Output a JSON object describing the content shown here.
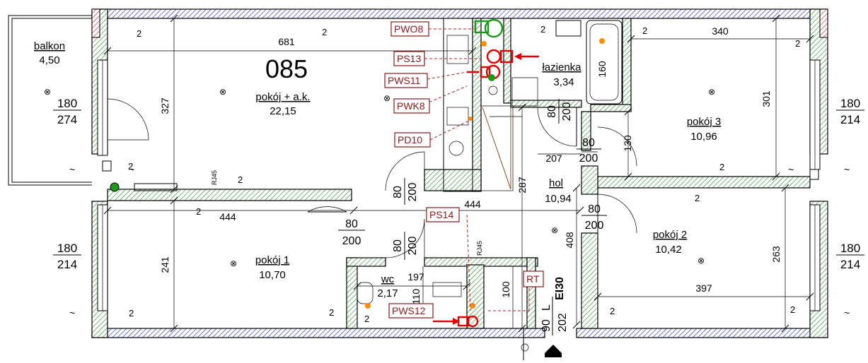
{
  "unit_number": "085",
  "rooms": [
    {
      "id": "balkon",
      "name": "balkon",
      "area": "4,50"
    },
    {
      "id": "pokoj-ak",
      "name": "pokój + a.k.",
      "area": "22,15"
    },
    {
      "id": "lazienka",
      "name": "łazienka",
      "area": "3,34"
    },
    {
      "id": "pokoj3",
      "name": "pokój 3",
      "area": "10,96"
    },
    {
      "id": "hol",
      "name": "hol",
      "area": "10,94"
    },
    {
      "id": "pokoj2",
      "name": "pokój 2",
      "area": "10,42"
    },
    {
      "id": "pokoj1",
      "name": "pokój 1",
      "area": "10,70"
    },
    {
      "id": "wc",
      "name": "wc",
      "area": "2,17"
    }
  ],
  "dimensions": {
    "d681": "681",
    "d327": "327",
    "d340": "340",
    "d160": "160",
    "d301": "301",
    "d130": "130",
    "d207": "207",
    "d287": "287",
    "d444a": "444",
    "d444b": "444",
    "d408": "408",
    "d241": "241",
    "d197": "197",
    "d110": "110",
    "d100": "100",
    "d397": "397",
    "d263": "263"
  },
  "windows": [
    {
      "id": "win-balkon",
      "top": "180",
      "bottom": "274"
    },
    {
      "id": "win-pokoj3",
      "top": "180",
      "bottom": "214"
    },
    {
      "id": "win-pokoj1",
      "top": "180",
      "bottom": "214"
    },
    {
      "id": "win-pokoj2",
      "top": "180",
      "bottom": "214"
    }
  ],
  "doors": [
    {
      "id": "door-lazienka",
      "top": "80",
      "bottom": "200"
    },
    {
      "id": "door-pokoj3",
      "top": "80",
      "bottom": "200"
    },
    {
      "id": "door-kitchen",
      "top": "80",
      "bottom": "200"
    },
    {
      "id": "door-pokoj1",
      "top": "80",
      "bottom": "200"
    },
    {
      "id": "door-wc",
      "top": "80",
      "bottom": "200"
    },
    {
      "id": "door-pokoj2",
      "top": "80",
      "bottom": "200"
    }
  ],
  "entrance": {
    "width": "90",
    "side": "L",
    "height": "202",
    "rating": "EI30"
  },
  "tags": {
    "pwo8": "PWO8",
    "ps13": "PS13",
    "pws11": "PWS11",
    "pwk8": "PWK8",
    "pd10": "PD10",
    "ps14": "PS14",
    "pws12": "PWS12",
    "rt": "RT"
  },
  "sockets": {
    "rj45a": "RJ45",
    "rj45b": "RJ45"
  },
  "markers": {
    "two": "2"
  },
  "colors": {
    "wall_hatch": "#2a2acc",
    "tag_border": "#8b1a1a",
    "pipe_red": "#e00000",
    "pipe_green": "#1a9a1a",
    "light_orange": "#ff8c00"
  }
}
